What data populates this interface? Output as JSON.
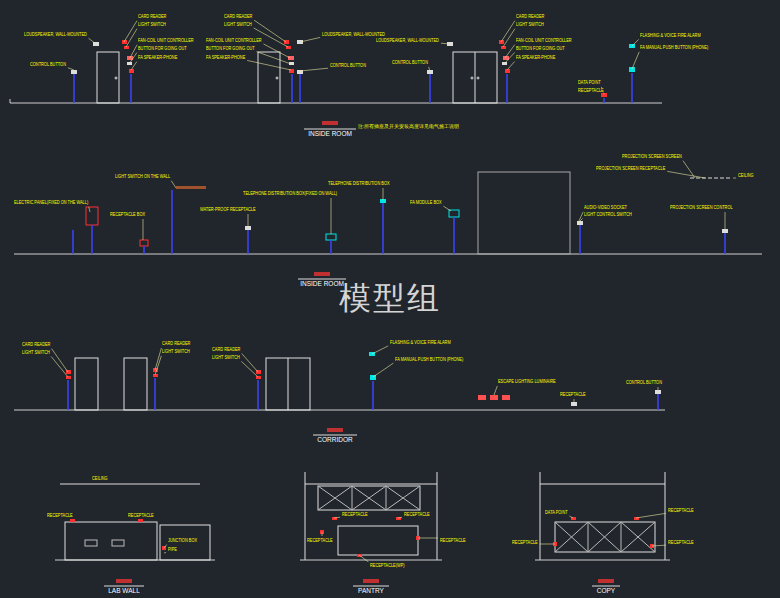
{
  "diagram": {
    "labels": [
      "LOUDSPEAKER, WALL-MOUNTED",
      "CARD READER",
      "LIGHT SWITCH",
      "FAN-COIL UNIT CONTROLLER",
      "BUTTON FOR GOING OUT",
      "FA SPEAKER-PHONE",
      "CONTROL BUTTON",
      "CARD READER",
      "LIGHT SWITCH",
      "FAN-COIL UNIT CONTROLLER",
      "BUTTON FOR GOING OUT",
      "FA SPEAKER-PHONE",
      "LOUDSPEAKER, WALL-MOUNTED",
      "CONTROL BUTTON",
      "LOUDSPEAKER, WALL-MOUNTED",
      "CARD READER",
      "LIGHT SWITCH",
      "FAN-COIL UNIT CONTROLLER",
      "BUTTON FOR GOING OUT",
      "FA SPEAKER-PHONE",
      "CONTROL BUTTON",
      "FLASHING & VOICE FIRE ALARM",
      "FA MANUAL PUSH BUTTON (PHONE)",
      "DATA POINT",
      "RECEPTACLE",
      "INSIDE ROOM",
      "注:所有插座及开关安装高度详见电气施工说明",
      "ELECTRIC PANEL(FIXED ON THE WALL)",
      "LIGHT SWITCH ON THE WALL",
      "RECEPTACLE BOX",
      "WATER-PROOF RECEPTACLE",
      "TELEPHONE DISTRIBUTION BOX(FIXED ON WALL)",
      "TELEPHONE DISTRIBUTION BOX",
      "FA MODULE BOX",
      "PROJECTION SCREEN SCREEN",
      "PROJECTION SCREEN RECEPTACLE",
      "CEILING",
      "AUDIO-VIDEO SOCKET",
      "LIGHT CONTROL SWITCH",
      "PROJECTION SCREEN CONTROL",
      "INSIDE ROOM",
      "CARD READER",
      "LIGHT SWITCH",
      "CARD READER",
      "LIGHT SWITCH",
      "CARD READER",
      "LIGHT SWITCH",
      "FLASHING & VOICE FIRE ALARM",
      "FA MANUAL PUSH BUTTON (PHONE)",
      "ESCAPE LIGHTING LUMINAIRE",
      "RECEPTACLE",
      "CONTROL BUTTON",
      "CORRIDOR",
      "CEILING",
      "RECEPTACLE",
      "RECEPTACLE",
      "JUNCTION BOX",
      "PIPE",
      "LAB WALL",
      "RECEPTACLE",
      "RECEPTACLE",
      "RECEPTACLE",
      "RECEPTACLE",
      "RECEPTACLE(WP)",
      "PANTRY",
      "DATA POINT",
      "RECEPTACLE",
      "RECEPTACLE",
      "RECEPTACLE",
      "COPY",
      "模型组"
    ]
  }
}
